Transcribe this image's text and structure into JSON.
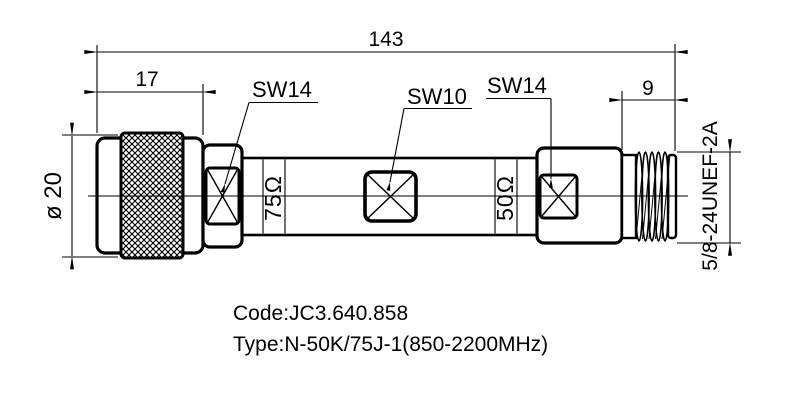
{
  "dimensions": {
    "total_length": "143",
    "left_section_length": "17",
    "right_section_length": "9",
    "diameter": "ø 20",
    "thread_spec": "5/8-24UNEF-2A"
  },
  "labels": {
    "wrench_left": "SW14",
    "wrench_middle": "SW10",
    "wrench_right": "SW14",
    "impedance_left": "75Ω",
    "impedance_right": "50Ω"
  },
  "caption": {
    "code_line": "Code:JC3.640.858",
    "type_line": "Type:N-50K/75J-1(850-2200MHz)"
  },
  "colors": {
    "line": "#000000",
    "background": "#ffffff"
  }
}
